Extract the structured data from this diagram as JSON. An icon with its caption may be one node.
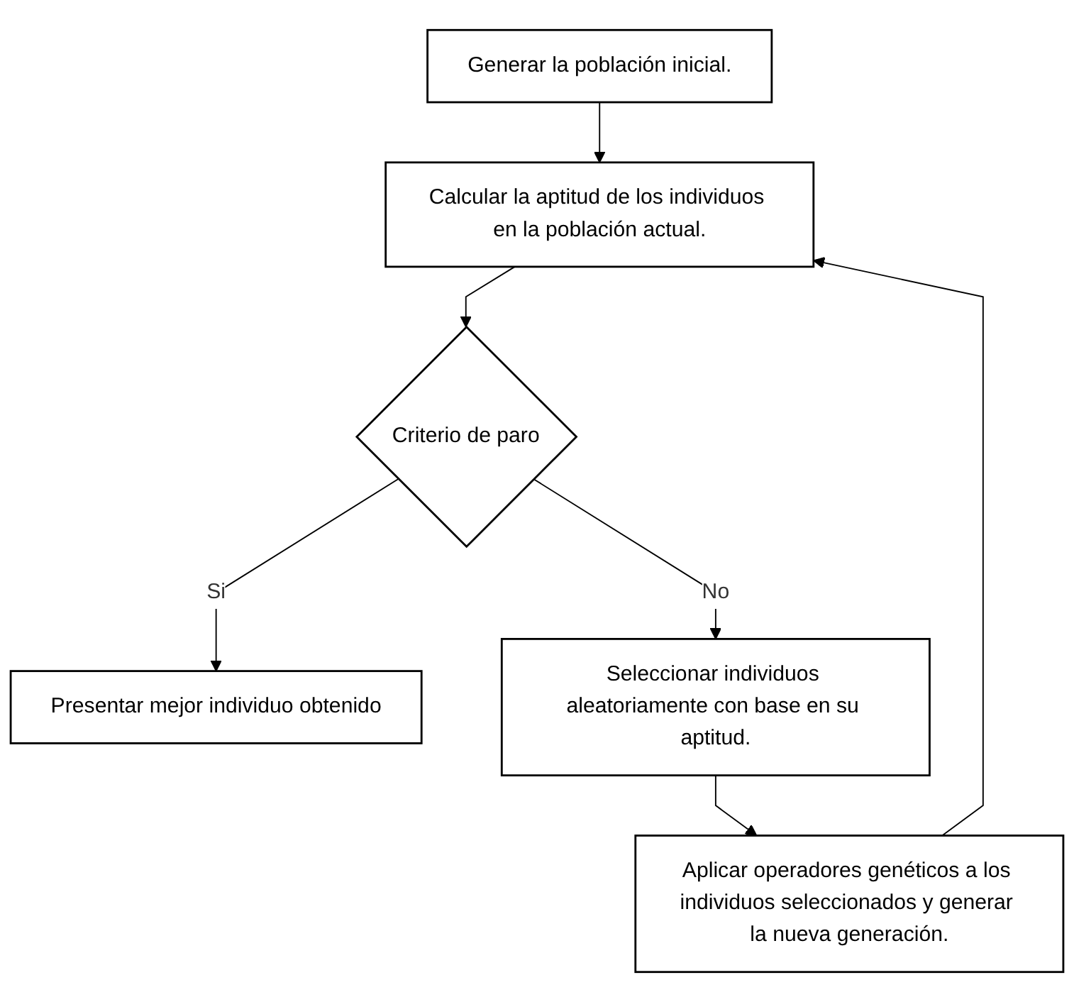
{
  "diagram": {
    "nodes": [
      {
        "text": [
          "Generar la población inicial."
        ]
      },
      {
        "text": [
          "Calcular la aptitud de los individuos en la población actual."
        ]
      },
      {
        "text": [
          "Criterio de paro"
        ]
      },
      {
        "text": [
          "Presentar mejor individuo obtenido"
        ]
      },
      {
        "text": [
          "Seleccionar individuos aleatoriamente con base en su aptitud."
        ]
      },
      {
        "text": [
          "Aplicar operadores genéticos a los individuos seleccionados y generar la nueva generación."
        ]
      }
    ],
    "edges": [
      {
        "from": 0,
        "to": 1,
        "arrow": "to"
      },
      {
        "from": 1,
        "to": 2,
        "arrow": "to"
      },
      {
        "from": 2,
        "to": 3,
        "arrow": "to",
        "label": "Si"
      },
      {
        "from": 2,
        "to": 4,
        "arrow": "to",
        "label": "No"
      },
      {
        "from": 4,
        "to": 5,
        "arrow": "to"
      },
      {
        "from": 5,
        "to": 1,
        "arrow": "to"
      }
    ]
  }
}
